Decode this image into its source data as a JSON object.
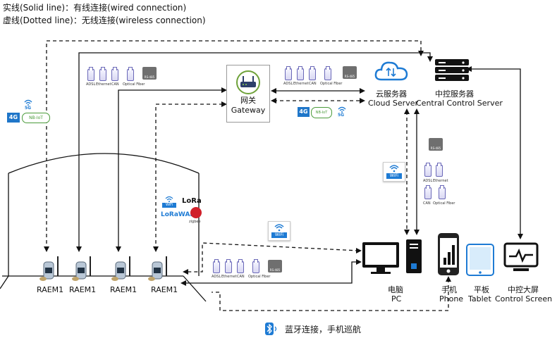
{
  "legend": {
    "solid": "实线(Solid line)：有线连接(wired connection)",
    "dotted": "虚线(Dotted line)：无线连接(wireless connection)"
  },
  "gateway": {
    "cn": "网关",
    "en": "Gateway"
  },
  "cloud": {
    "cn": "云服务器",
    "en": "Cloud Server"
  },
  "central": {
    "cn": "中控服务器",
    "en": "Central Control Server"
  },
  "pc": {
    "cn": "电脑",
    "en": "PC"
  },
  "phone": {
    "cn": "手机",
    "en": "Phone"
  },
  "tablet": {
    "cn": "平板",
    "en": "Tablet"
  },
  "screen": {
    "cn": "中控大屏",
    "en": "Control Screen"
  },
  "raem": [
    "RAEM1",
    "RAEM1",
    "RAEM1",
    "RAEM1"
  ],
  "bluetooth": "蓝牙连接，手机巡航",
  "wired_labels": {
    "adsl": "ADSL",
    "ethernet": "Ethernet",
    "can": "CAN",
    "fiber": "Optical Fiber",
    "rs485": "RS-485"
  },
  "wireless_labels": {
    "g4": "4G",
    "g5": "5G",
    "nbiot": "NB-IoT",
    "wifi": "WiFi",
    "lora": "LoRa",
    "lorawan": "LoRaWAN",
    "zigbee": "zigbee"
  },
  "colors": {
    "line": "#111111",
    "plug": "#6a68b8",
    "accent": "#1e7bd4",
    "g4": "#1f76c9"
  }
}
